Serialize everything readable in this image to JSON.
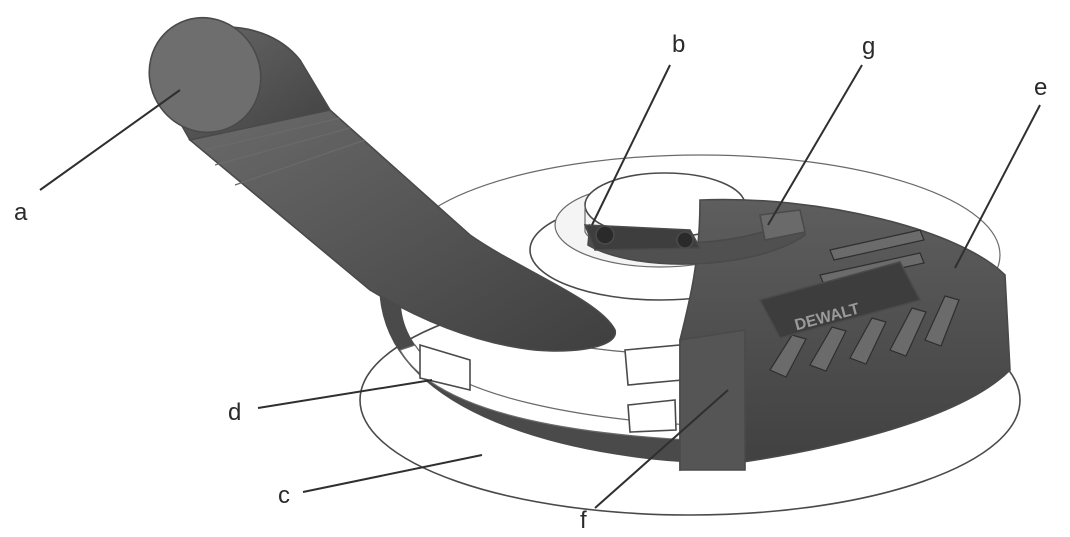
{
  "diagram": {
    "logo_text": "DEWALT",
    "callouts": [
      {
        "id": "a",
        "label": "a"
      },
      {
        "id": "b",
        "label": "b"
      },
      {
        "id": "g",
        "label": "g"
      },
      {
        "id": "e",
        "label": "e"
      },
      {
        "id": "d",
        "label": "d"
      },
      {
        "id": "c",
        "label": "c"
      },
      {
        "id": "f",
        "label": "f"
      }
    ],
    "colors": {
      "body_dark": "#4d4d4d",
      "body_mid": "#5f5f5f",
      "body_light": "#7a7a7a",
      "outline": "#3a3a3a",
      "background": "#ffffff"
    }
  }
}
